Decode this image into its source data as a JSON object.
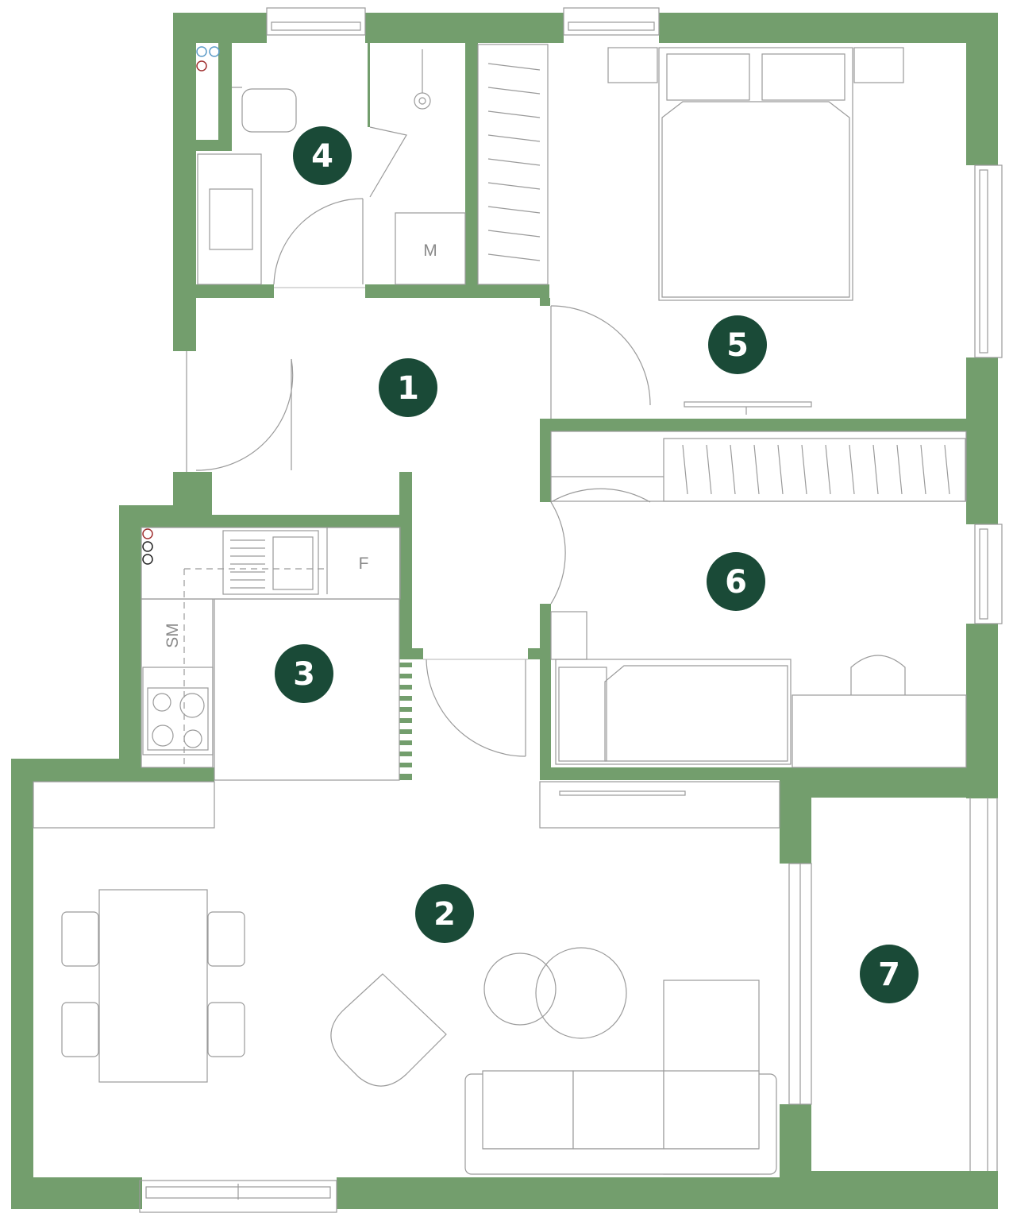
{
  "colors": {
    "wall": "#739e6d",
    "badge": "#1a4a37",
    "badge_text": "#ffffff",
    "line": "#9a9a9a",
    "pipe_red": "#a03030",
    "pipe_blue": "#5b9bc8"
  },
  "rooms": [
    {
      "id": "1",
      "label": "1"
    },
    {
      "id": "2",
      "label": "2"
    },
    {
      "id": "3",
      "label": "3"
    },
    {
      "id": "4",
      "label": "4"
    },
    {
      "id": "5",
      "label": "5"
    },
    {
      "id": "6",
      "label": "6"
    },
    {
      "id": "7",
      "label": "7"
    }
  ],
  "appliance_labels": {
    "washing_machine": "M",
    "fridge": "F",
    "dishwasher": "SM"
  }
}
